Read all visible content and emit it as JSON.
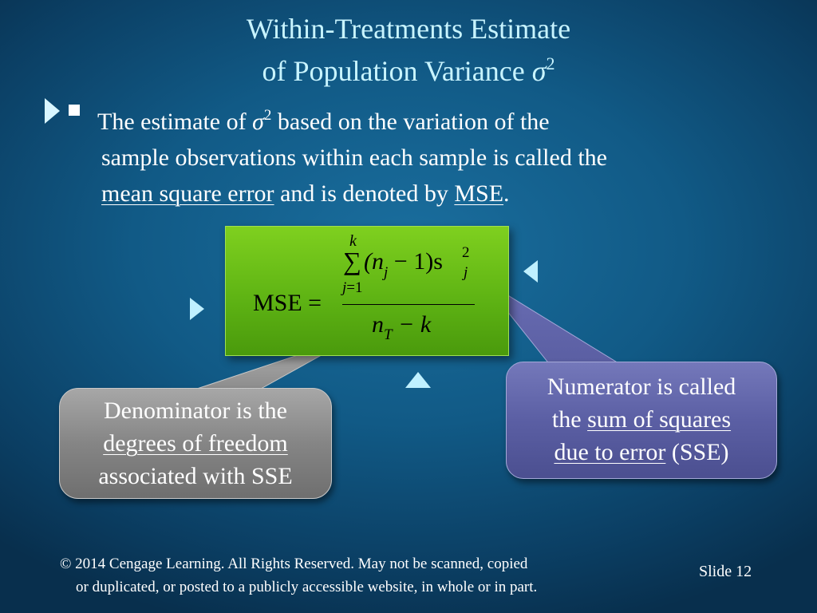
{
  "title": {
    "line1": "Within-Treatments Estimate",
    "line2_text": "of Population Variance",
    "line2_symbol": "σ",
    "line2_exponent": "2"
  },
  "bullet": {
    "part1": "The estimate of",
    "symbol": "σ",
    "exponent": "2",
    "part2": "based on the variation of the",
    "line2": "sample observations within each sample is called the",
    "term1": "mean square error",
    "mid": "and is denoted by",
    "term2": "MSE",
    "end": "."
  },
  "formula": {
    "lhs": "MSE =",
    "upper_limit": "k",
    "sum_symbol": "∑",
    "num_open": "(n",
    "num_sub": "j",
    "num_minus_one": " − 1)s",
    "sq_exp": "2",
    "sq_sub": "j",
    "lower_limit_var": "j",
    "lower_limit_val": "=1",
    "den_n": "n",
    "den_sub": "T",
    "den_rest": " − k"
  },
  "callout_left": {
    "line1": "Denominator is the",
    "line2_underlined": "degrees of freedom",
    "line3": "associated with SSE"
  },
  "callout_right": {
    "line1": "Numerator is called",
    "line2_prefix": "the",
    "line2_underlined": "sum of squares",
    "line3_underlined": "due to error",
    "line3_suffix": "(SSE)"
  },
  "footer": {
    "copyright_line1": "© 2014  Cengage Learning.  All Rights Reserved.  May not be scanned, copied",
    "copyright_line2": "or duplicated, or posted to a publicly accessible website, in whole or in part.",
    "slide_label": "Slide  12"
  },
  "colors": {
    "title": "#c8f4ff",
    "formula_box": "#6cc218",
    "callout_left": "#8a8a8a",
    "callout_right": "#5e62a6",
    "arrows": "#bff0ff"
  }
}
